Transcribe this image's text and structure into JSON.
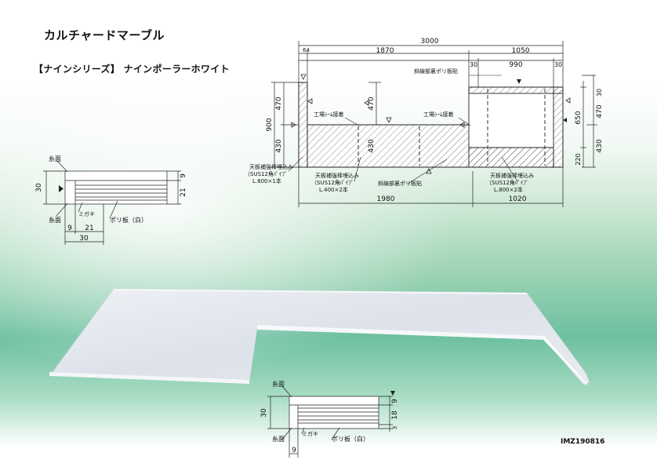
{
  "page": {
    "title": "カルチャードマーブル",
    "subtitle": "【ナインシリーズ】 ナインポーラーホワイト",
    "code": "IMZ190816"
  },
  "plan": {
    "overall_width": "3000",
    "left_width": "1870",
    "right_width": "1050",
    "edge_left": "64",
    "edge_30_a": "30",
    "inner_990": "990",
    "edge_30_b": "30",
    "height_900": "900",
    "height_470_left": "470",
    "height_430_left": "430",
    "height_470_mid": "470",
    "height_430_mid": "430",
    "right_30": "30",
    "right_470": "470",
    "right_650": "650",
    "right_430": "430",
    "right_220": "220",
    "bottom_1980": "1980",
    "bottom_1020": "1020",
    "note_slant_back": "斜線部裏ポリ板貼",
    "note_factory_seam_left": "工場ｼｰﾑ接着",
    "note_factory_seam_right": "工場ｼｰﾑ接着",
    "note_rod_left_title": "天板補強棒埋込み",
    "note_rod_left_spec1": "（SUS12角ﾊﾟｲﾌﾟ",
    "note_rod_left_spec2": "L.800×1本",
    "note_rod_mid_title": "天板補強棒埋込み",
    "note_rod_mid_spec1": "（SUS12角ﾊﾟｲﾌﾟ",
    "note_rod_mid_spec2": "L.400×2本",
    "note_slant_back_bottom": "斜線部裏ポリ板貼",
    "note_rod_right_title": "天板補強棒埋込み",
    "note_rod_right_spec1": "（SUS12角ﾊﾟｲﾌﾟ",
    "note_rod_right_spec2": "L.800×2本"
  },
  "section_top": {
    "label_itomen_top": "糸面",
    "label_itomen_bottom": "糸面",
    "label_migaki": "ミガキ",
    "label_poly": "ポリ板（白）",
    "dim_30_left": "30",
    "dim_9_right": "9",
    "dim_21_right": "21",
    "dim_9_bottom": "9",
    "dim_21_bottom": "21",
    "dim_30_bottom": "30"
  },
  "section_bottom": {
    "label_itomen_top": "糸面",
    "label_itomen_bottom": "糸面",
    "label_migaki": "ミガキ",
    "label_poly": "ポリ板（白）",
    "dim_30_left": "30",
    "dim_9_right": "9",
    "dim_18_right": "18",
    "dim_3_right": "3",
    "dim_9_bottom": "9"
  },
  "colors": {
    "green_soft": "#c9e6cf",
    "green_mid": "#7fc79e",
    "teal_deep": "#3aa590",
    "line": "#222222",
    "slab_top": "#e4e8ee"
  }
}
